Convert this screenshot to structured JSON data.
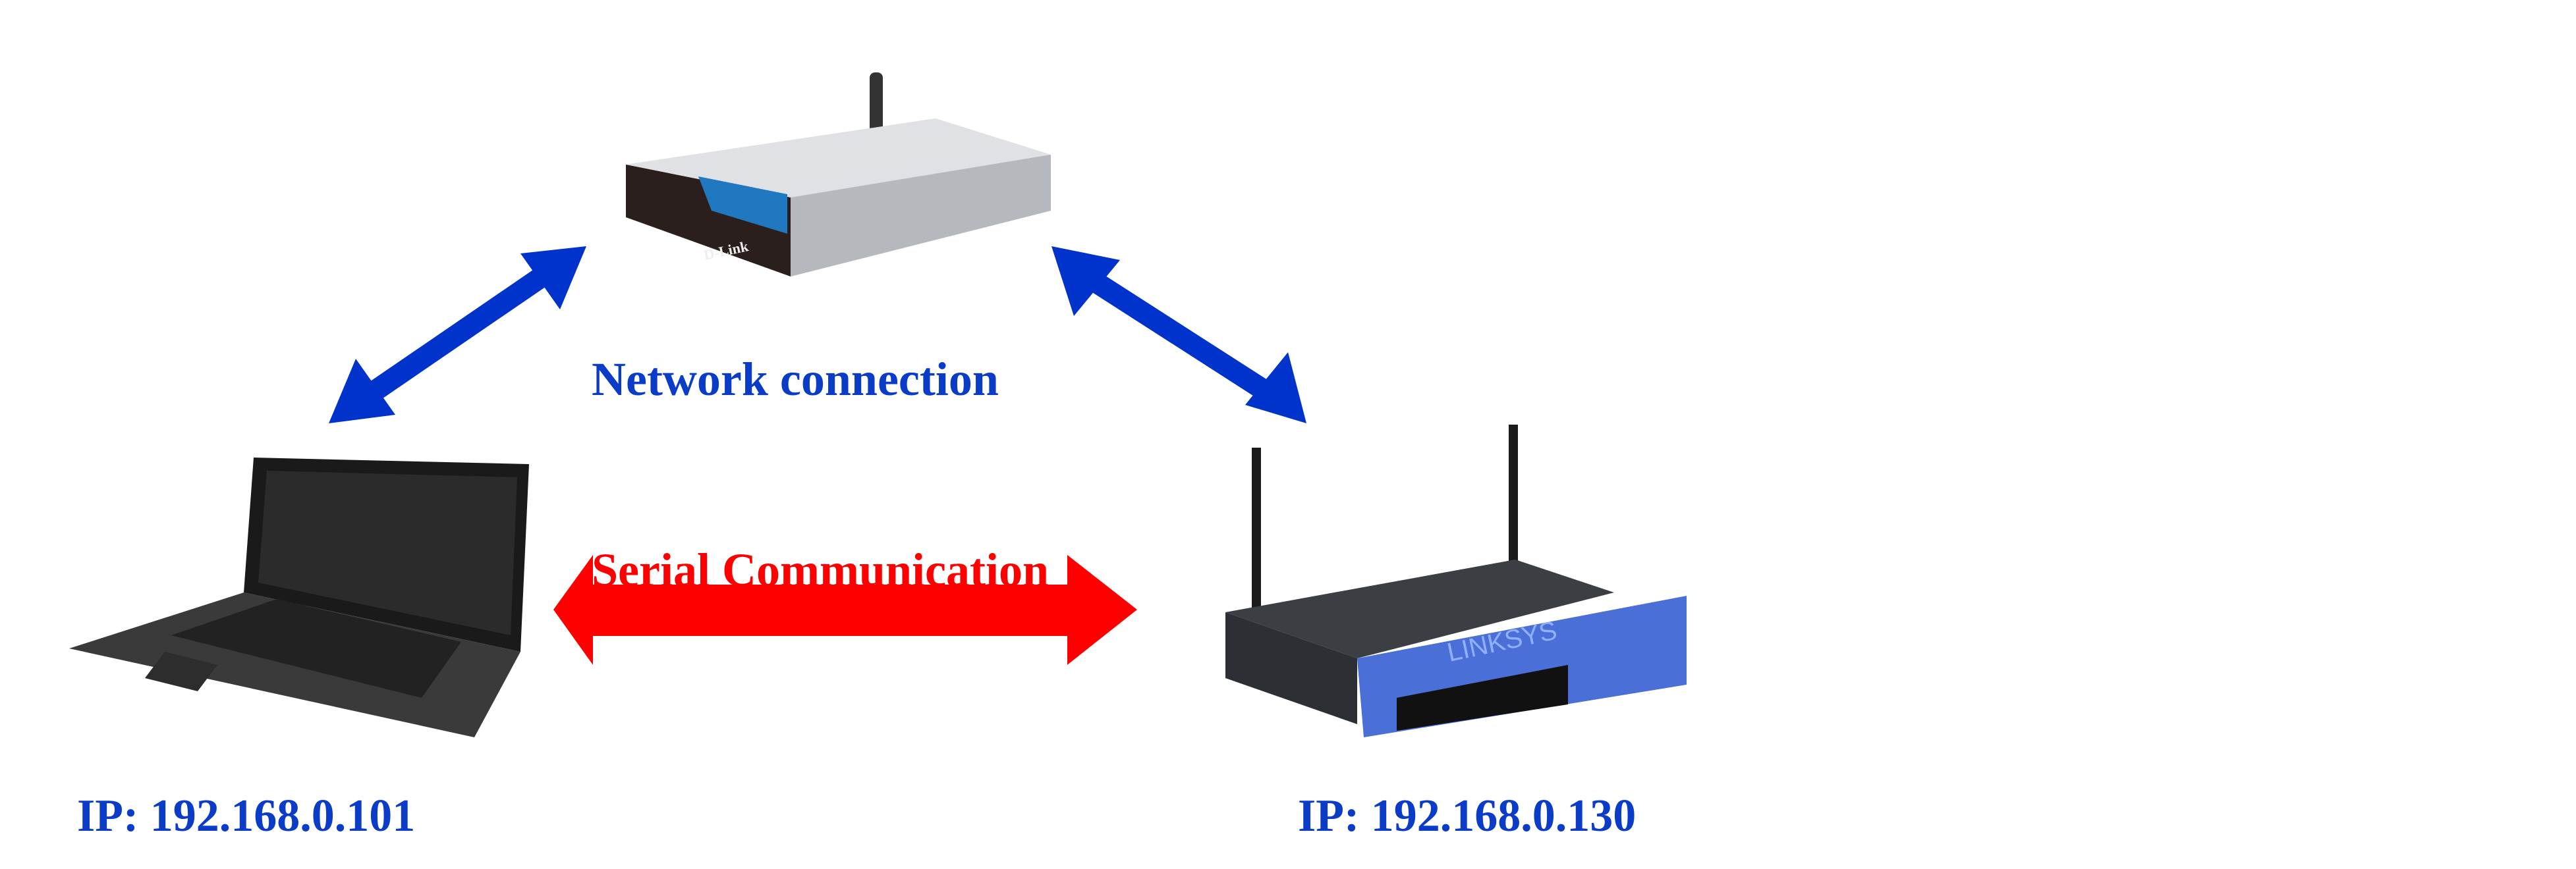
{
  "labels": {
    "network_connection": "Network connection",
    "serial_communication": "Serial Communication",
    "laptop_ip": "IP: 192.168.0.101",
    "router_ip": "IP: 192.168.0.130"
  },
  "devices": {
    "dlink_brand": "D-Link",
    "linksys_brand": "LINKSYS"
  },
  "colors": {
    "network_arrow": "#0033cc",
    "serial_arrow": "#ff0000",
    "label_blue": "#0a3cc8"
  }
}
